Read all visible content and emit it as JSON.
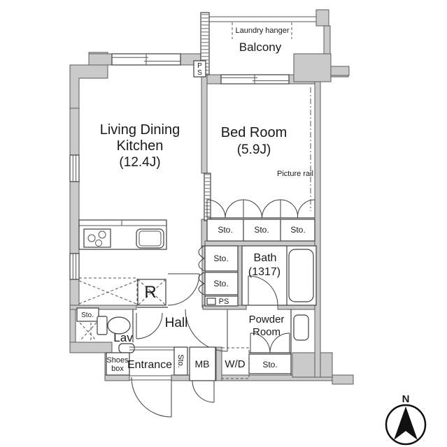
{
  "plan": {
    "balcony": {
      "label": "Balcony",
      "laundry_hanger": "Laundry hanger"
    },
    "ldk": {
      "name_line1": "Living Dining",
      "name_line2": "Kitchen",
      "size": "(12.4J)"
    },
    "bedroom": {
      "name": "Bed Room",
      "size": "(5.9J)",
      "picture_rail": "Picture rail"
    },
    "bedroom_closets": {
      "sto1": "Sto.",
      "sto2": "Sto.",
      "sto3": "Sto."
    },
    "hall_closets": {
      "sto_upper": "Sto.",
      "sto_lower": "Sto.",
      "ps": "PS"
    },
    "pipe_shaft": {
      "p": "P",
      "s": "S"
    },
    "bath": {
      "name": "Bath",
      "size": "(1317)"
    },
    "powder_room": {
      "name_line1": "Powder",
      "name_line2": "Room",
      "sto": "Sto."
    },
    "laundry_space": "W/D",
    "meter_box": "MB",
    "hall": "Hall",
    "lavatory": {
      "label": "Lav",
      "sto": "Sto."
    },
    "refrigerator": "R",
    "entrance": {
      "label": "Entrance",
      "sto": "Sto.",
      "shoes_line1": "Shoes",
      "shoes_line2": "box"
    },
    "compass": "N"
  },
  "colors": {
    "background": "#ffffff",
    "wall_fill": "#cacaca",
    "wall_stroke": "#5a5a5a",
    "line": "#3d3d3d",
    "text": "#1a1a1a"
  }
}
